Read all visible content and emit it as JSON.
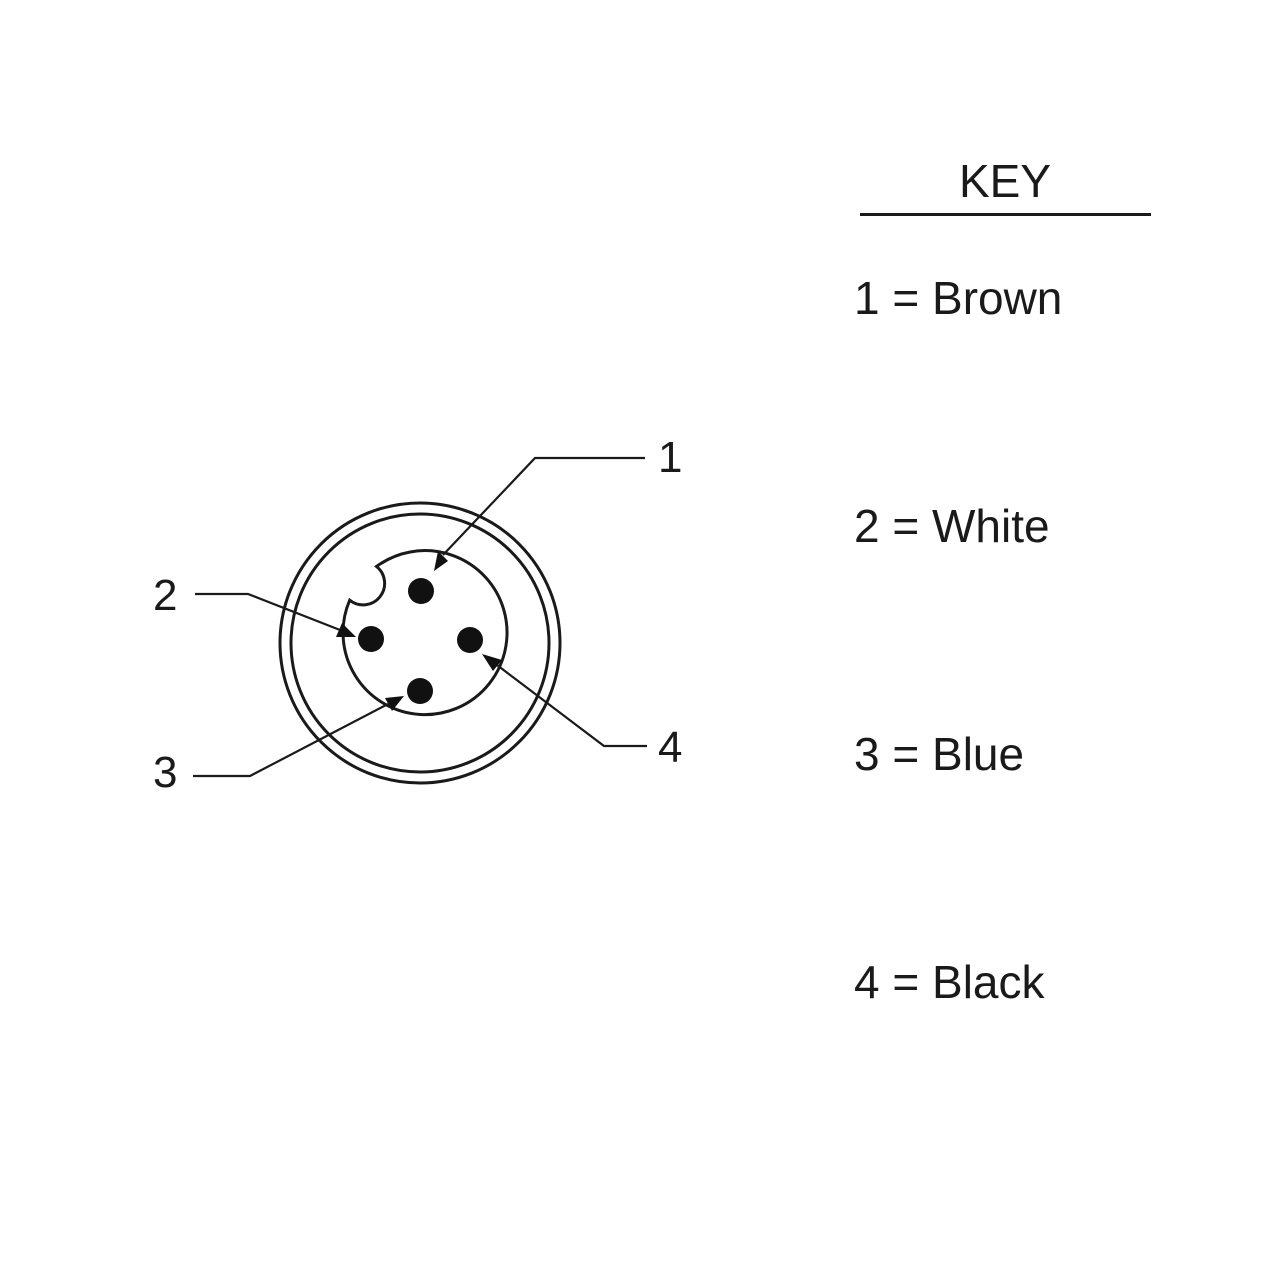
{
  "key": {
    "title": "KEY",
    "entries": [
      {
        "pin": "1",
        "color": "Brown",
        "text": "1 = Brown"
      },
      {
        "pin": "2",
        "color": "White",
        "text": "2 = White"
      },
      {
        "pin": "3",
        "color": "Blue",
        "text": "3 = Blue"
      },
      {
        "pin": "4",
        "color": "Black",
        "text": "4 = Black"
      }
    ]
  },
  "connector": {
    "callouts": [
      "1",
      "2",
      "3",
      "4"
    ]
  }
}
